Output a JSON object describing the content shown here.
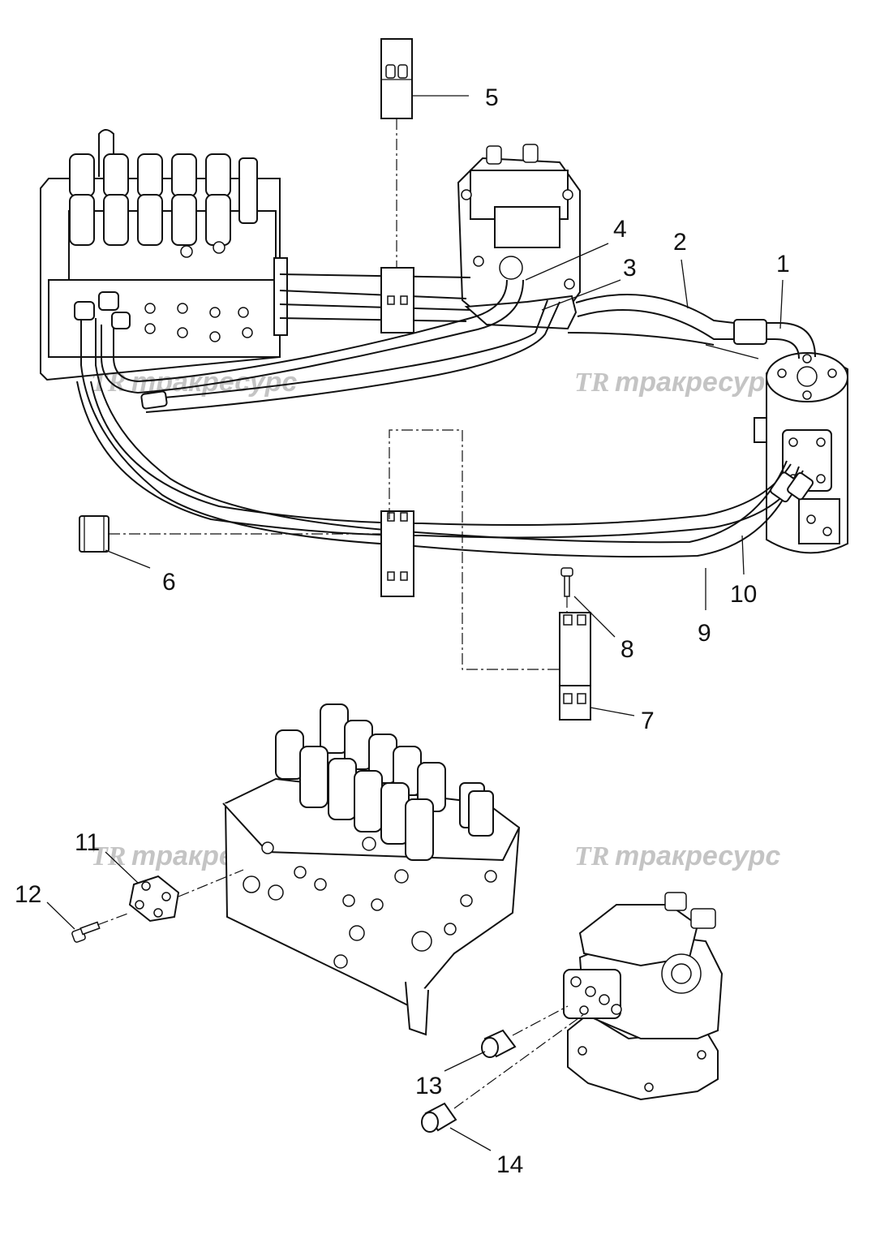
{
  "callouts": [
    {
      "id": "1",
      "label": "1"
    },
    {
      "id": "2",
      "label": "2"
    },
    {
      "id": "3",
      "label": "3"
    },
    {
      "id": "4",
      "label": "4"
    },
    {
      "id": "5",
      "label": "5"
    },
    {
      "id": "6",
      "label": "6"
    },
    {
      "id": "7",
      "label": "7"
    },
    {
      "id": "8",
      "label": "8"
    },
    {
      "id": "9",
      "label": "9"
    },
    {
      "id": "10",
      "label": "10"
    },
    {
      "id": "11",
      "label": "11"
    },
    {
      "id": "12",
      "label": "12"
    },
    {
      "id": "13",
      "label": "13"
    },
    {
      "id": "14",
      "label": "14"
    }
  ],
  "watermark": {
    "logo": "TR",
    "text": "тракресурс",
    "color": "#c4c4c4"
  },
  "colors": {
    "line": "#111111",
    "background": "#ffffff"
  }
}
